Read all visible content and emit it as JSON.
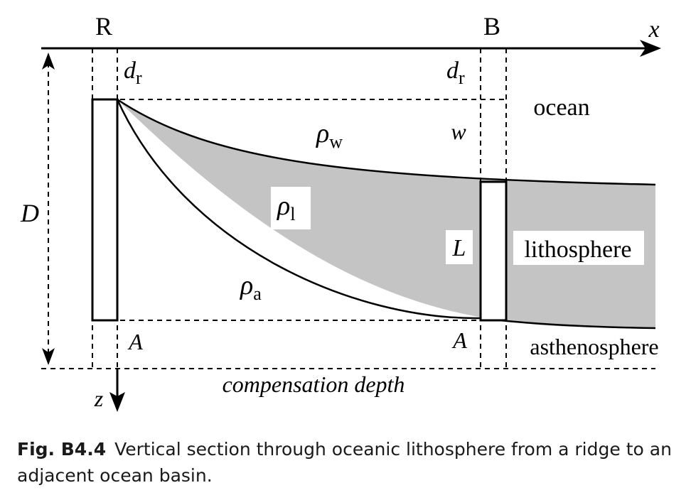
{
  "labels": {
    "ridge": "R",
    "basin": "B",
    "x_axis": "x",
    "z_axis": "z",
    "depth_D": "D",
    "dr_base": "d",
    "dr_sub": "r",
    "w": "w",
    "rho": "ρ",
    "rho_w_sub": "w",
    "rho_l_sub": "l",
    "rho_a_sub": "a",
    "L": "L",
    "A": "A",
    "ocean": "ocean",
    "lithosphere": "lithosphere",
    "asthenosphere": "asthenosphere",
    "compensation": "compensation depth"
  },
  "colors": {
    "lithosphere_fill": "#c4c4c4",
    "line": "#000000"
  },
  "caption": {
    "fig": "Fig. B4.4",
    "text": "Vertical section through oceanic lithosphere from a ridge to an adjacent ocean basin."
  }
}
